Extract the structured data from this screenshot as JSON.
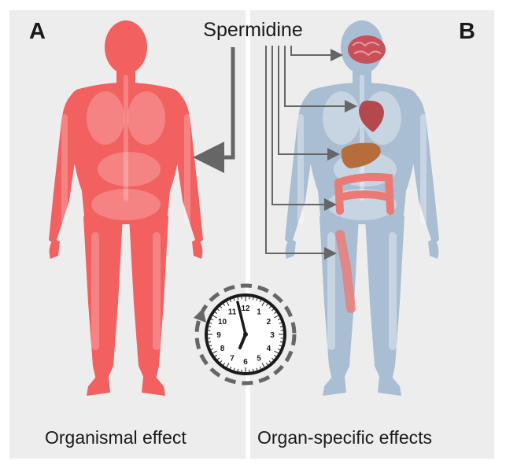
{
  "panel_a": {
    "letter": "A",
    "caption": "Organismal effect"
  },
  "panel_b": {
    "letter": "B",
    "caption": "Organ-specific effects"
  },
  "title": "Spermidine",
  "clock": {
    "numbers": [
      "12",
      "1",
      "2",
      "3",
      "4",
      "5",
      "6",
      "7",
      "8",
      "9",
      "10",
      "11"
    ]
  },
  "colors": {
    "organismal_body": "#f26060",
    "organ_specific_body": "#a9bdd3",
    "arrow": "#666666",
    "brain": "#c7505a",
    "heart": "#b4484e",
    "liver": "#b56d3c",
    "intestine": "#ec7a74"
  },
  "organ_targets": [
    "brain-icon",
    "heart-icon",
    "liver-icon",
    "intestine-icon",
    "colon-icon"
  ]
}
